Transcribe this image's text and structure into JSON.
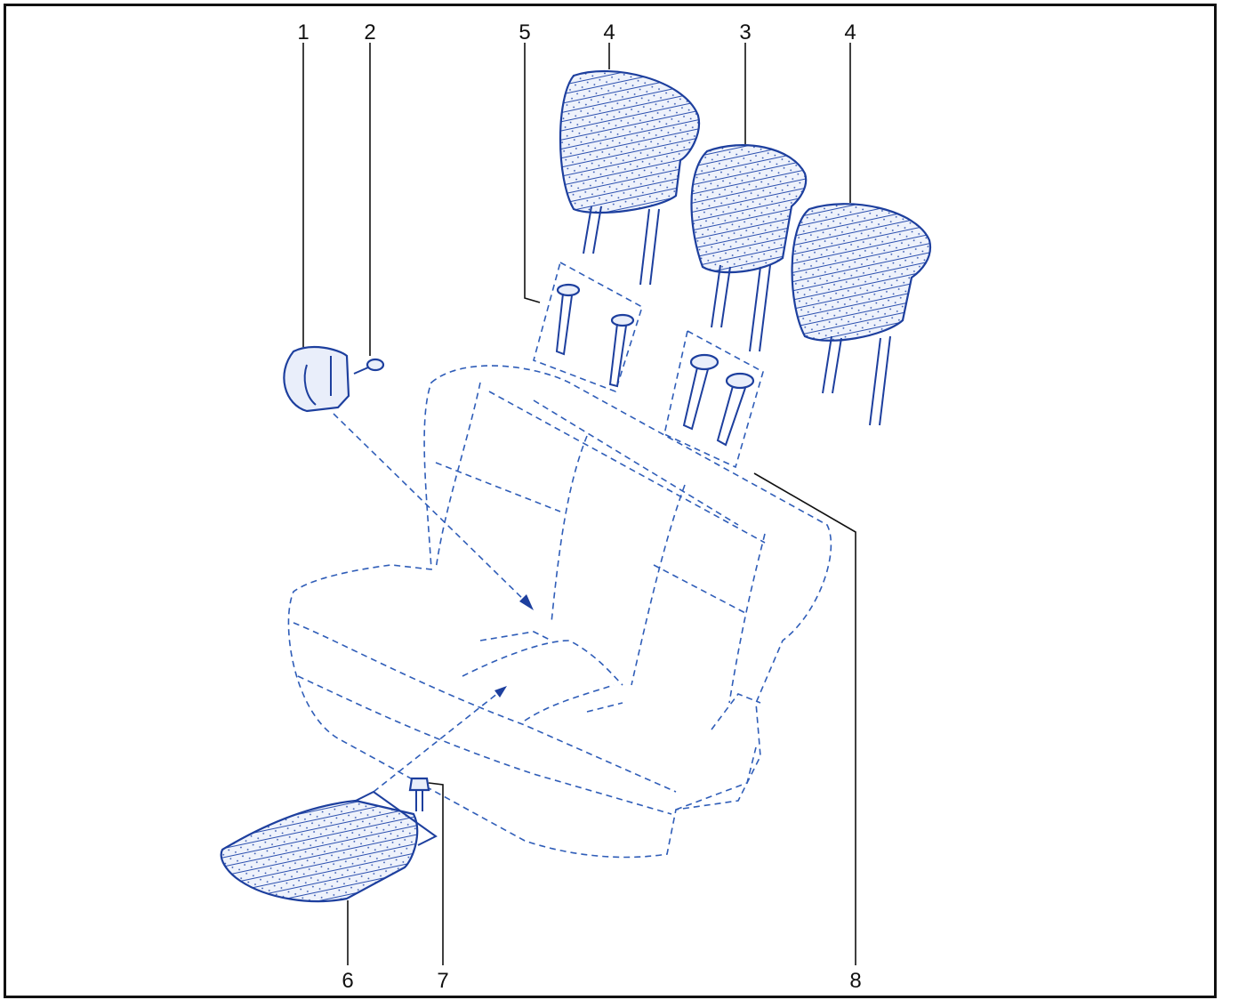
{
  "diagram": {
    "callouts": [
      {
        "id": "c1",
        "label": "1"
      },
      {
        "id": "c2",
        "label": "2"
      },
      {
        "id": "c5",
        "label": "5"
      },
      {
        "id": "c4a",
        "label": "4"
      },
      {
        "id": "c3",
        "label": "3"
      },
      {
        "id": "c4b",
        "label": "4"
      },
      {
        "id": "c6",
        "label": "6"
      },
      {
        "id": "c7",
        "label": "7"
      },
      {
        "id": "c8",
        "label": "8"
      }
    ],
    "colors": {
      "part_stroke": "#1d3f9e",
      "dashed_outline": "#2f5db8",
      "leader": "#111111",
      "frame": "#111111"
    }
  }
}
